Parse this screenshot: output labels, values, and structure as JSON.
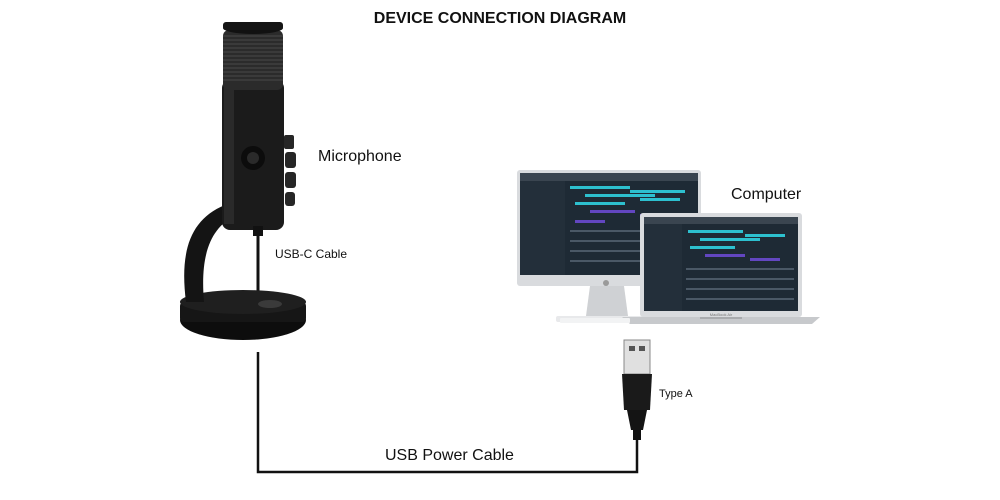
{
  "diagram": {
    "title": "DEVICE CONNECTION DIAGRAM",
    "labels": {
      "microphone": "Microphone",
      "computer": "Computer",
      "usb_c_cable": "USB-C Cable",
      "type_a": "Type A",
      "usb_power_cable": "USB Power Cable"
    },
    "laptop_brand": "MacBook Air"
  },
  "colors": {
    "device_body": "#1a1a1a",
    "cable": "#111111",
    "screen_bg": "#1e2a35",
    "accent_cyan": "#2fd1e0",
    "accent_purple": "#6a4ad0",
    "device_silver": "#d9dbde"
  }
}
